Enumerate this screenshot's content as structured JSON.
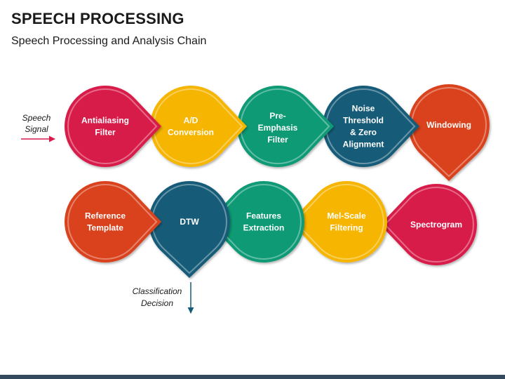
{
  "header": {
    "title": "SPEECH PROCESSING",
    "subtitle": "Speech Processing and Analysis Chain"
  },
  "input_label": [
    "Speech",
    "Signal"
  ],
  "output_label": [
    "Classification",
    "Decision"
  ],
  "colors": {
    "red": "#d81b4a",
    "yellow": "#f6b500",
    "green": "#0f9a74",
    "blue": "#135b78",
    "orange": "#d9431c",
    "input_arrow": "#d81b4a",
    "output_arrow": "#135b78"
  },
  "row1": [
    {
      "label": [
        "Antialiasing",
        "Filter"
      ],
      "color": "red"
    },
    {
      "label": [
        "A/D",
        "Conversion"
      ],
      "color": "yellow"
    },
    {
      "label": [
        "Pre-",
        "Emphasis",
        "Filter"
      ],
      "color": "green"
    },
    {
      "label": [
        "Noise",
        "Threshold",
        "& Zero",
        "Alignment"
      ],
      "color": "blue"
    },
    {
      "label": [
        "Windowing"
      ],
      "color": "orange"
    }
  ],
  "row2": [
    {
      "label": [
        "Reference",
        "Template"
      ],
      "color": "orange"
    },
    {
      "label": [
        "DTW"
      ],
      "color": "blue"
    },
    {
      "label": [
        "Features",
        "Extraction"
      ],
      "color": "green"
    },
    {
      "label": [
        "Mel-Scale",
        "Filtering"
      ],
      "color": "yellow"
    },
    {
      "label": [
        "Spectrogram"
      ],
      "color": "red"
    }
  ]
}
